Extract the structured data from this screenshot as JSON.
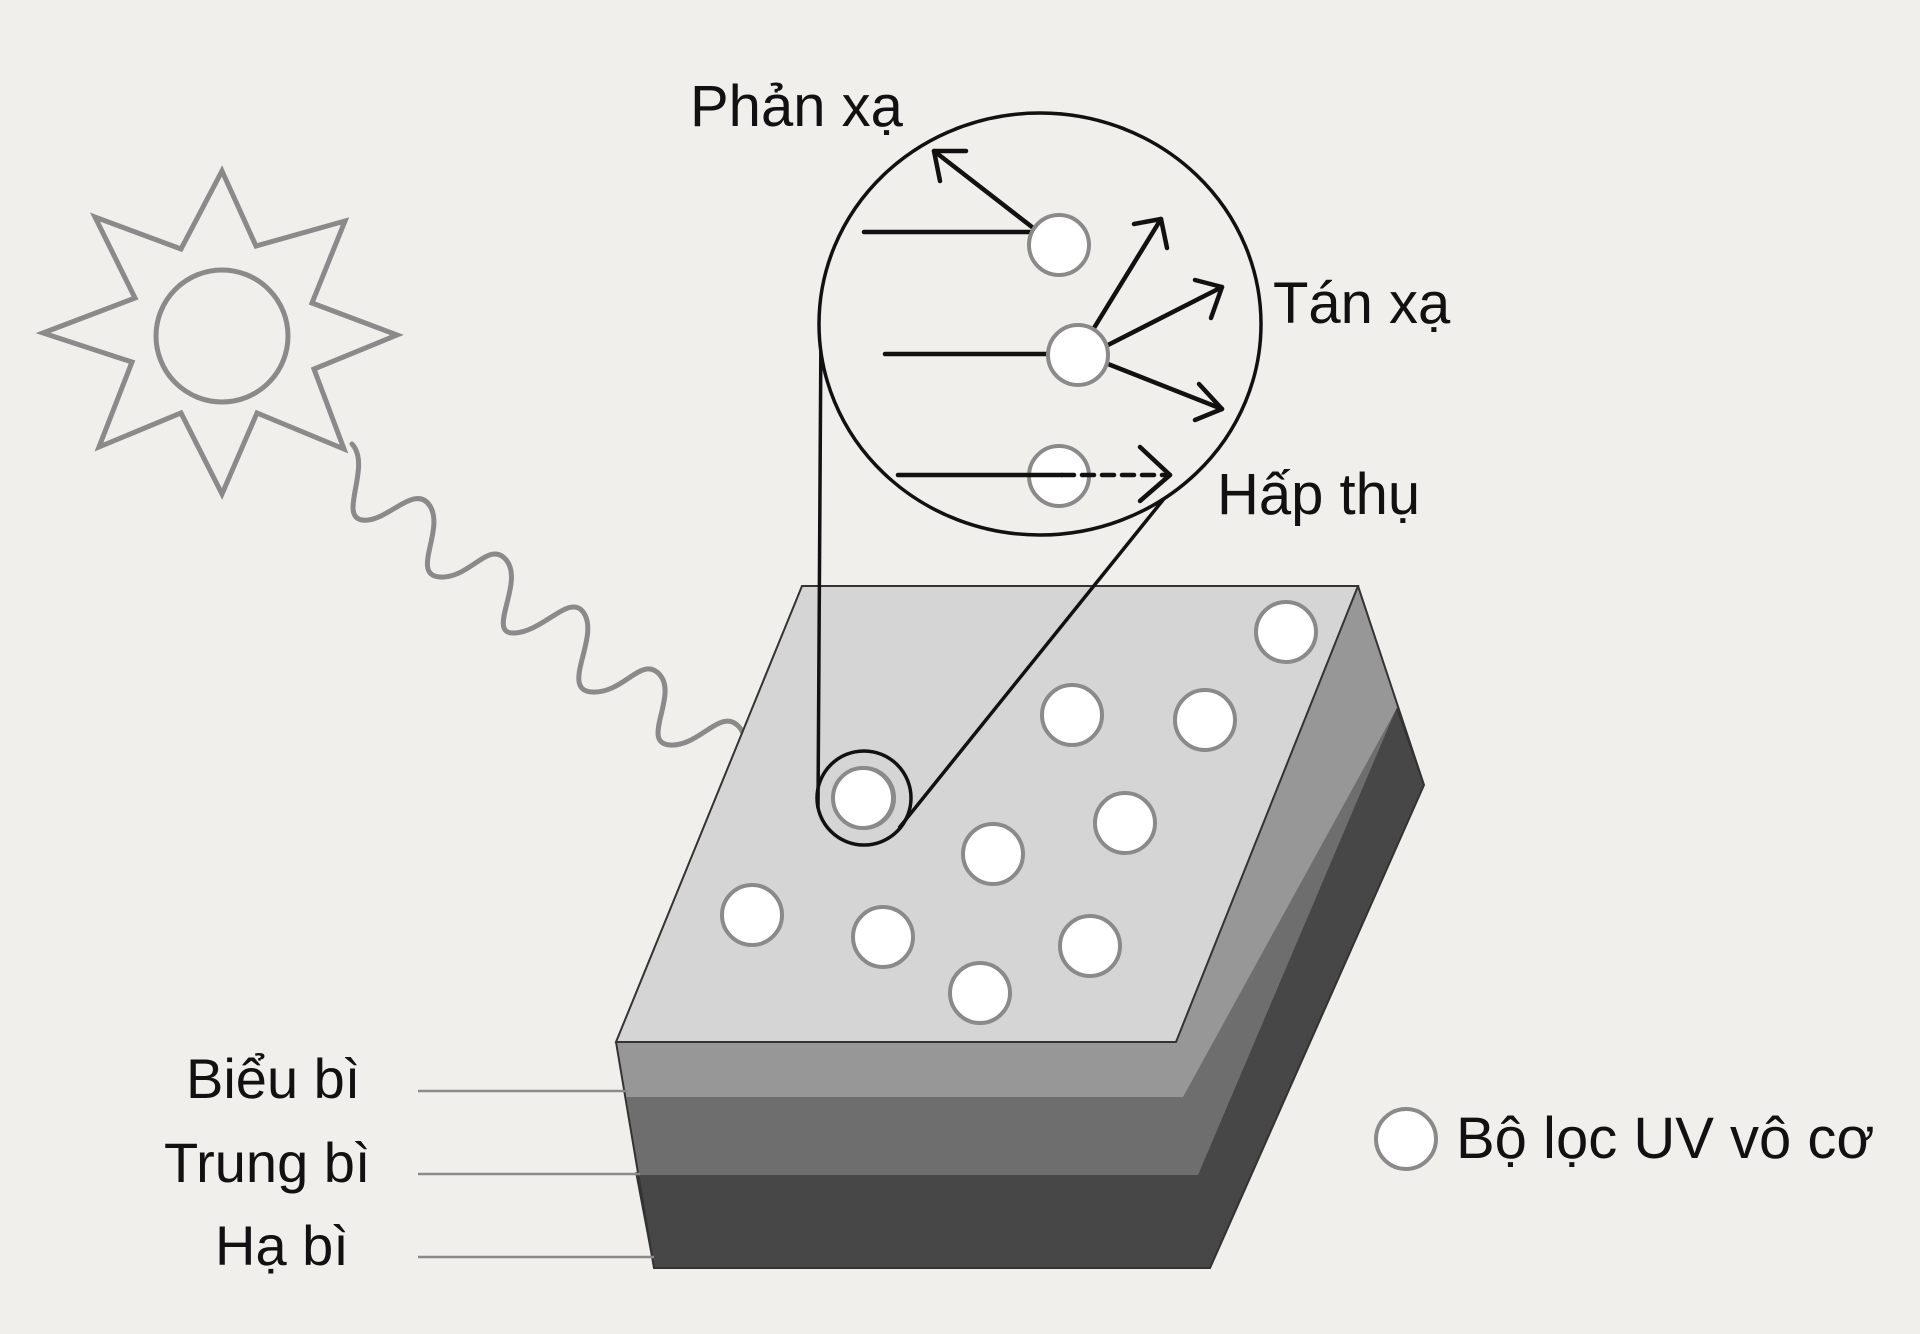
{
  "labels": {
    "reflection": "Phản xạ",
    "scattering": "Tán xạ",
    "absorption": "Hấp thụ"
  },
  "layers": {
    "epidermis": "Biểu bì",
    "dermis": "Trung bì",
    "hypodermis": "Hạ bì"
  },
  "legend": {
    "filter": "Bộ lọc UV vô cơ"
  },
  "colors": {
    "background": "#f0efeb",
    "top_surface": "#d5d5d5",
    "epidermis": "#979797",
    "dermis": "#6e6e6e",
    "hypodermis": "#474747",
    "sun_stroke": "#8a8a8a",
    "particle_fill": "#ffffff",
    "particle_stroke": "#8a8a8a"
  }
}
